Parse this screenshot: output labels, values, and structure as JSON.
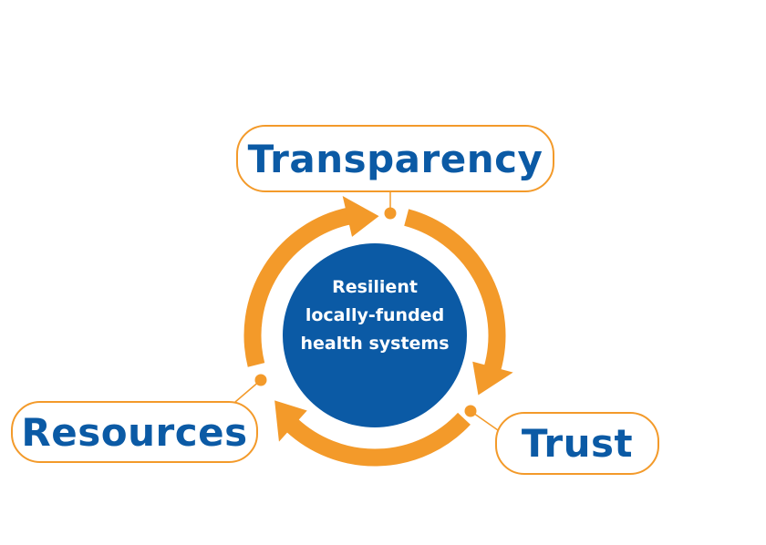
{
  "labels": {
    "top": "Transparency",
    "right": "Trust",
    "left": "Resources"
  },
  "center": {
    "lines": [
      "Resilient",
      "locally-funded",
      "health systems"
    ]
  },
  "colors": {
    "orange": "#f39a2a",
    "blue": "#0b5aa5",
    "white": "#ffffff"
  }
}
